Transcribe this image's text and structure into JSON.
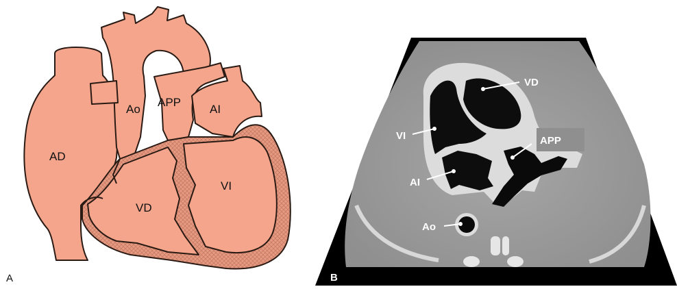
{
  "panel_a": {
    "letter": "A",
    "labels": {
      "ad": "AD",
      "ao": "Ao",
      "app": "APP",
      "ai": "AI",
      "vd": "VD",
      "vi": "VI"
    }
  },
  "panel_b": {
    "letter": "B",
    "labels": {
      "vd": "VD",
      "vi": "VI",
      "app": "APP",
      "ai": "AI",
      "ao": "Ao"
    }
  },
  "colors": {
    "heart_fill": "#F4A58B",
    "heart_outline": "#2a1a14",
    "myocardium_hatch": "#d98a74",
    "ct_bg": "#9c9c9c",
    "ct_outer": "#000000"
  }
}
